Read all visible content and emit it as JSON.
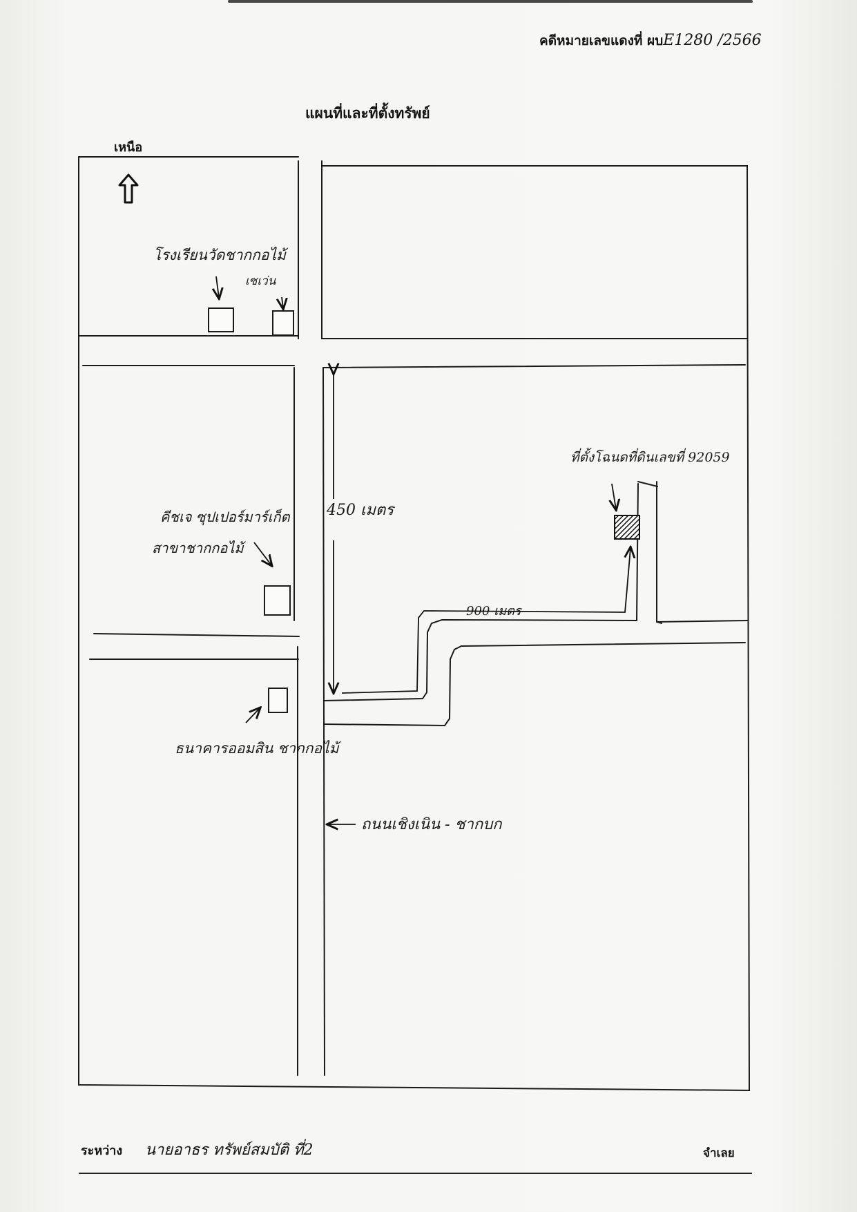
{
  "header": {
    "case_label": "คดีหมายเลขแดงที่ ผบ",
    "case_number": "E1280 /2566",
    "title": "แผนที่และที่ตั้งทรัพย์",
    "north_label": "เหนือ"
  },
  "map": {
    "labels": {
      "school": "โรงเรียนวัดชากกอไม้",
      "seven_eleven": "เซเว่น",
      "supermarket_line1": "คีชเจ ซุปเปอร์มาร์เก็ต",
      "supermarket_line2": "สาขาชากกอไม้",
      "bank": "ธนาคารออมสิน ชากกอไม้",
      "property": "ที่ตั้งโฉนดที่ดินเลขที่ 92059",
      "distance_vertical": "450 เมตร",
      "distance_horizontal": "900 เมตร",
      "road_name": "ถนนเชิงเนิน - ชากบก"
    }
  },
  "footer": {
    "between_label": "ระหว่าง",
    "handwritten": "นายอาธร ทรัพย์สมบัติ ที่2",
    "defendant_label": "จำเลย"
  }
}
